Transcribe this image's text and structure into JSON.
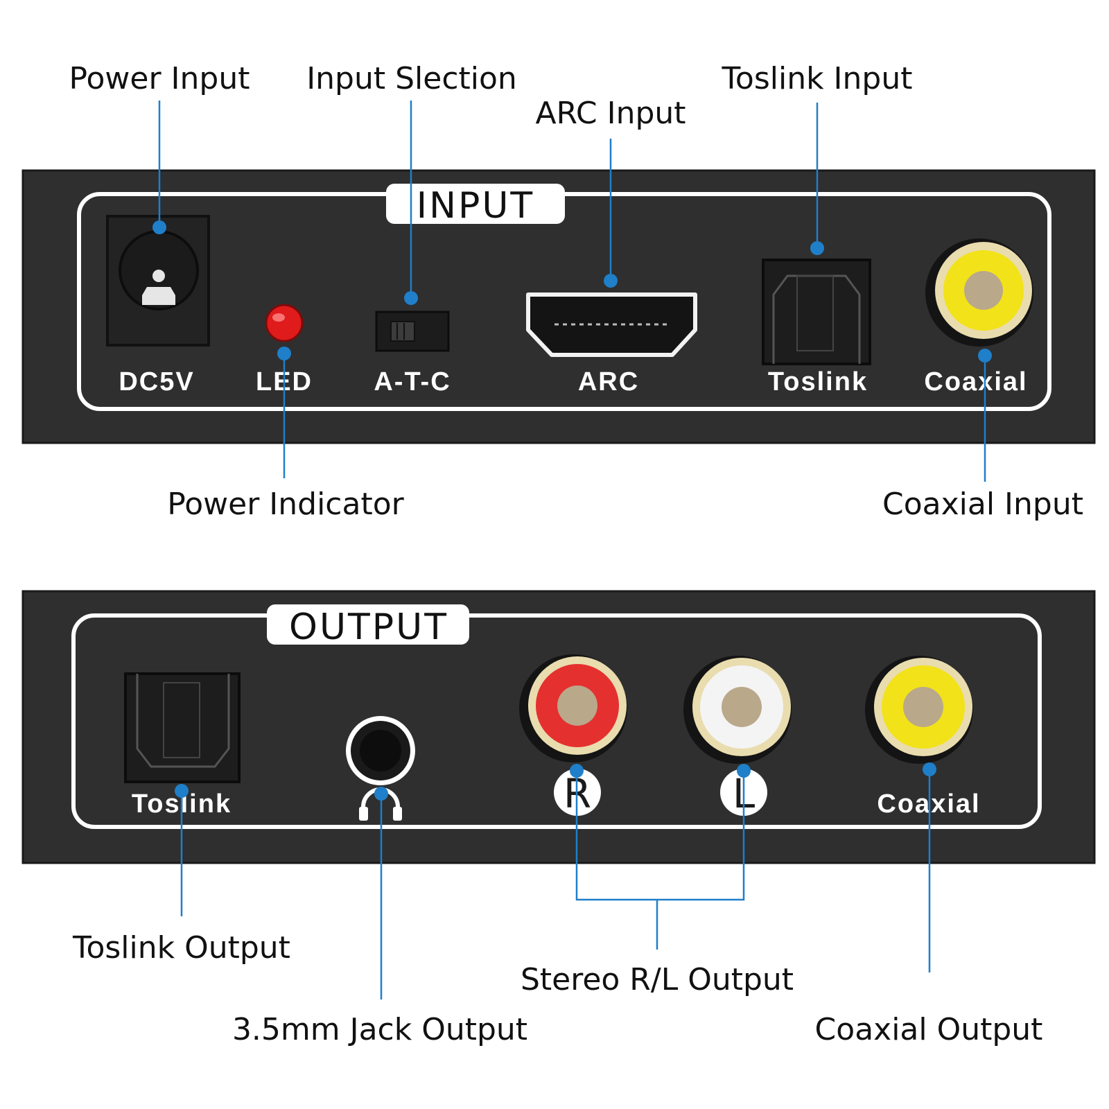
{
  "colors": {
    "panel": "#2f2f2f",
    "panel_edge": "#1a1a1a",
    "frame": "#ffffff",
    "leader": "#1f7fc9",
    "led": "#e01b1b",
    "rca_yellow": "#f2e21a",
    "rca_red": "#e53030",
    "rca_white": "#f4f4f4",
    "rca_ring": "#e9dcae",
    "rca_core": "#b9a88a"
  },
  "input_panel": {
    "title": "INPUT",
    "ports": {
      "dc": "DC5V",
      "led": "LED",
      "switch": "A-T-C",
      "arc": "ARC",
      "toslink": "Toslink",
      "coaxial": "Coaxial"
    },
    "callouts": {
      "power_input": "Power Input",
      "input_selection": "Input Slection",
      "arc_input": "ARC Input",
      "toslink_input": "Toslink Input",
      "power_indicator": "Power Indicator",
      "coaxial_input": "Coaxial Input"
    },
    "icons": [
      "dc-jack-icon",
      "led-icon",
      "slide-switch-icon",
      "hdmi-port-icon",
      "toslink-port-icon",
      "rca-jack-icon"
    ]
  },
  "output_panel": {
    "title": "OUTPUT",
    "ports": {
      "toslink": "Toslink",
      "right": "R",
      "left": "L",
      "coaxial": "Coaxial"
    },
    "callouts": {
      "toslink_output": "Toslink Output",
      "jack_output": "3.5mm Jack Output",
      "stereo_output": "Stereo R/L Output",
      "coaxial_output": "Coaxial Output"
    },
    "icons": [
      "toslink-port-icon",
      "headphone-jack-icon",
      "headphone-icon",
      "rca-jack-icon"
    ]
  }
}
